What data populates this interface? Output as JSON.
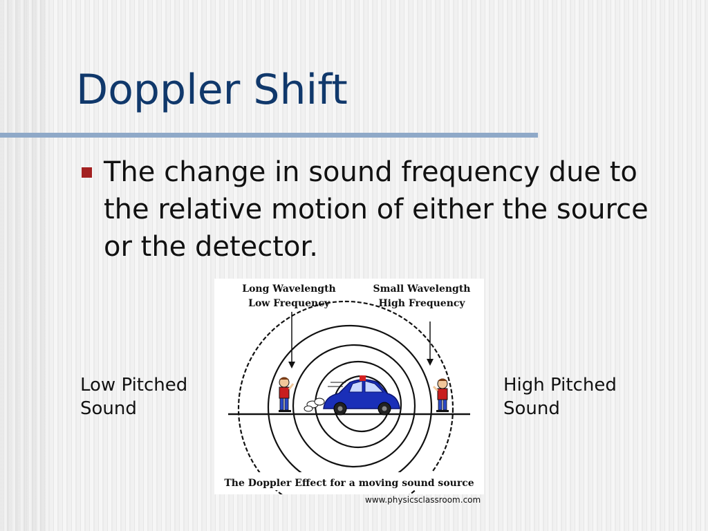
{
  "slide": {
    "title": "Doppler Shift",
    "bullet": "The change in sound frequency due to the relative motion of either the source or the detector.",
    "low_label_line1": "Low Pitched",
    "low_label_line2": "Sound",
    "high_label_line1": "High Pitched",
    "high_label_line2": "Sound",
    "credit": "www.physicsclassroom.com"
  },
  "figure": {
    "long_wavelength": "Long Wavelength",
    "low_frequency": "Low Frequency",
    "small_wavelength": "Small Wavelength",
    "high_frequency": "High Frequency",
    "caption": "The Doppler Effect for a moving sound source"
  },
  "colors": {
    "title": "#10386b",
    "rule": "#8fa9c8",
    "bullet_marker": "#a32020",
    "car": "#1a2fb8",
    "siren": "#d42020"
  }
}
